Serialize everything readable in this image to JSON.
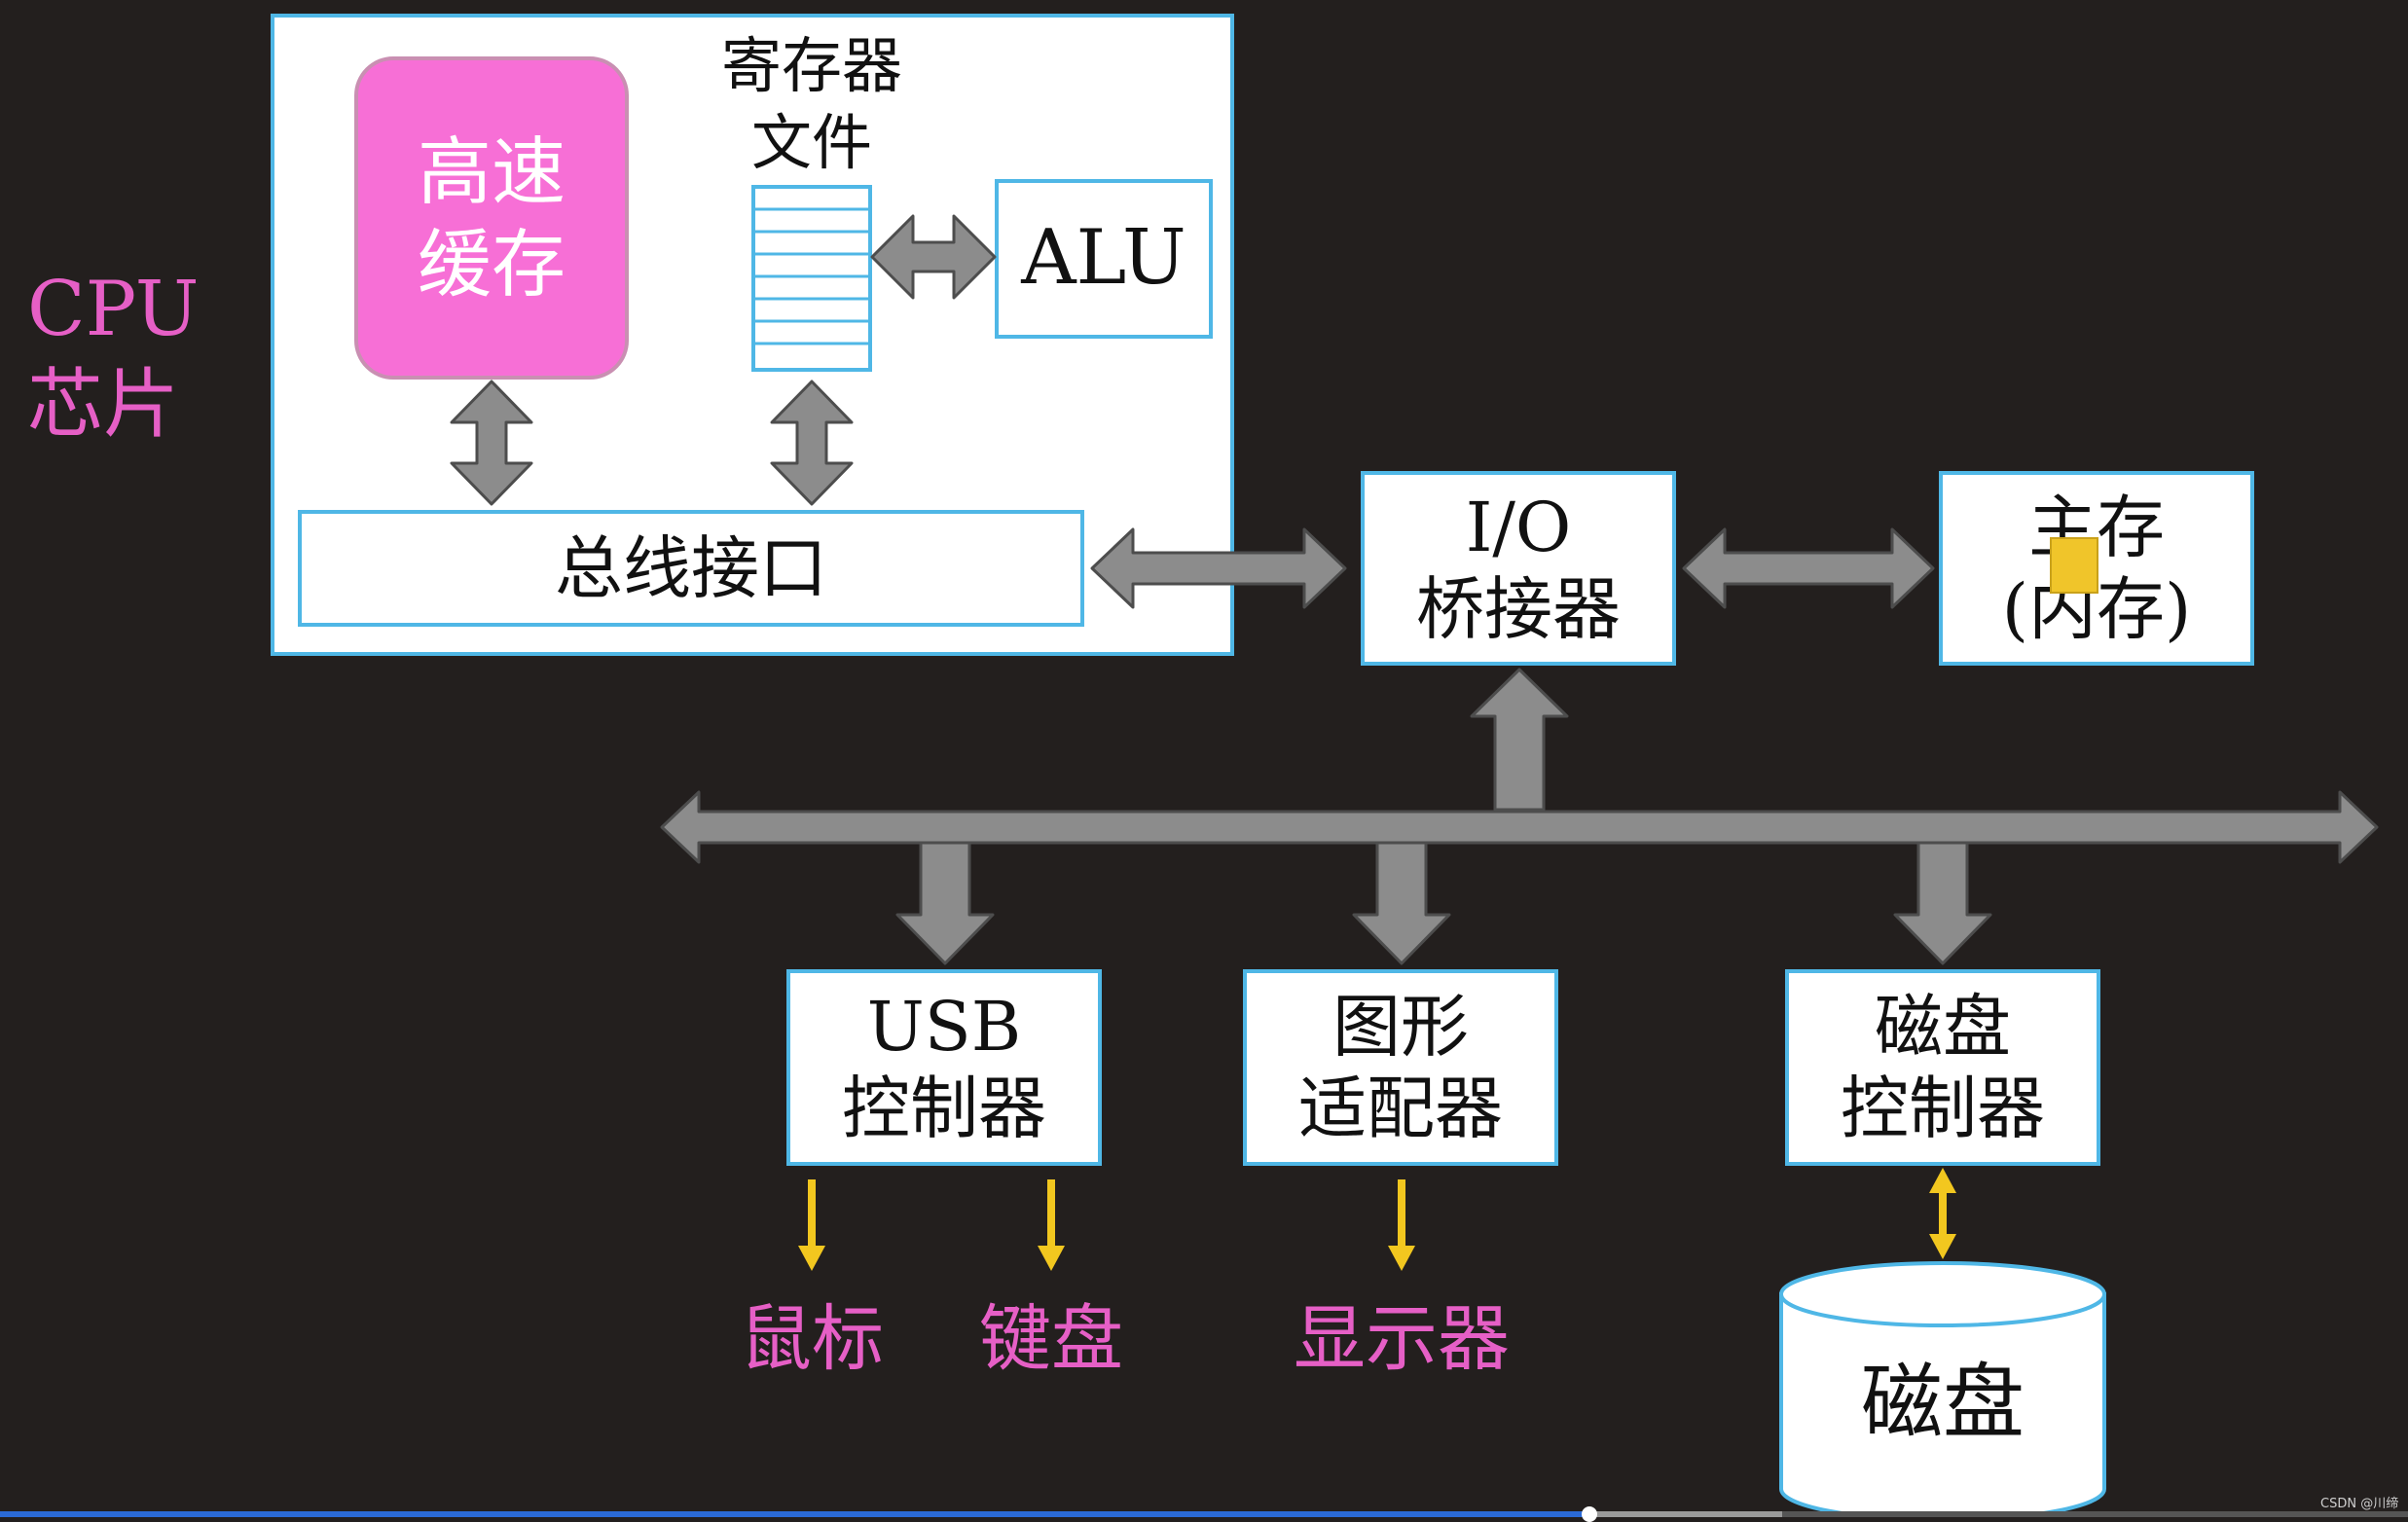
{
  "cpu_label": {
    "line1": "CPU",
    "line2": "芯片"
  },
  "cache": {
    "line1": "高速",
    "line2": "缓存"
  },
  "register_file": {
    "line1": "寄存器",
    "line2": "文件"
  },
  "alu": {
    "label": "ALU"
  },
  "bus_interface": {
    "label": "总线接口"
  },
  "io_bridge": {
    "line1": "I/O",
    "line2": "桥接器"
  },
  "main_memory": {
    "line1": "主存",
    "line2": "(内存)"
  },
  "usb_controller": {
    "line1": "USB",
    "line2": "控制器"
  },
  "graphics_adapter": {
    "line1": "图形",
    "line2": "适配器"
  },
  "disk_controller": {
    "line1": "磁盘",
    "line2": "控制器"
  },
  "disk": {
    "label": "磁盘"
  },
  "devices": {
    "mouse": "鼠标",
    "keyboard": "键盘",
    "display": "显示器"
  },
  "watermark": "CSDN @川缔",
  "colors": {
    "background": "#231f1e",
    "accent_pink": "#e65fc6",
    "cache_fill": "#f76fd6",
    "box_border": "#4fb7e6",
    "arrow_gray": "#8c8c8c",
    "arrow_yellow": "#f2c71f",
    "progress_blue": "#2b6ad6"
  },
  "video_progress": {
    "fraction": 0.66
  }
}
